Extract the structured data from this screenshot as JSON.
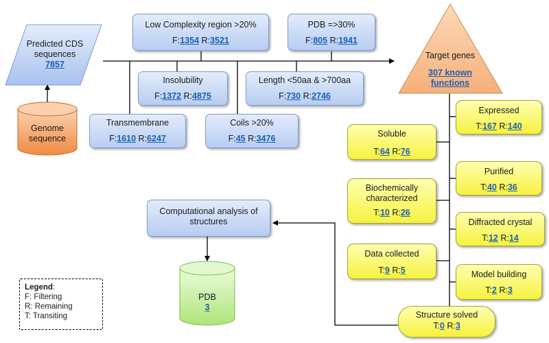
{
  "cds": {
    "title": "Predicted CDS sequences",
    "value": "7857"
  },
  "genome": {
    "label": "Genome sequence"
  },
  "filters": {
    "low_complexity": {
      "label": "Low Complexity region >20%",
      "f": "1354",
      "r": "3521"
    },
    "pdb": {
      "label": "PDB =>30%",
      "f": "805",
      "r": "1941"
    },
    "insolubility": {
      "label": "Insolubility",
      "f": "1372",
      "r": "4875"
    },
    "length": {
      "label": "Length <50aa & >700aa",
      "f": "730",
      "r": "2746"
    },
    "transmembrane": {
      "label": "Transmembrane",
      "f": "1610",
      "r": "6247"
    },
    "coils": {
      "label": "Coils >20%",
      "f": "45",
      "r": "3476"
    }
  },
  "target": {
    "title": "Target genes",
    "link": "307 known functions"
  },
  "stages": {
    "expressed": {
      "label": "Expressed",
      "t": "167",
      "r": "140"
    },
    "soluble": {
      "label": "Soluble",
      "t": "64",
      "r": "76"
    },
    "purified": {
      "label": "Purified",
      "t": "40",
      "r": "36"
    },
    "biochem": {
      "label": "Biochemically characterized",
      "t": "10",
      "r": "26"
    },
    "diffracted": {
      "label": "Diffracted crystal",
      "t": "12",
      "r": "14"
    },
    "data_collected": {
      "label": "Data collected",
      "t": "9",
      "r": "5"
    },
    "model_building": {
      "label": "Model building",
      "t": "2",
      "r": "3"
    },
    "structure_solved": {
      "label": "Structure solved",
      "t": "0",
      "r": "3"
    }
  },
  "computational": {
    "label": "Computational analysis of structures"
  },
  "pdb_db": {
    "label": "PDB",
    "value": "3"
  },
  "prefix": {
    "f": "F:",
    "r": "R:",
    "t": "T:"
  },
  "legend": {
    "title": "Legend",
    "items": [
      "F: Filtering",
      "R: Remaining",
      "T: Transiting"
    ]
  },
  "colors": {
    "blue_fill": "#b7cdf2",
    "yellow_fill": "#f6f240",
    "orange_fill": "#f4a86c",
    "green_fill": "#c9f0a2",
    "link": "#1a5fb4"
  }
}
